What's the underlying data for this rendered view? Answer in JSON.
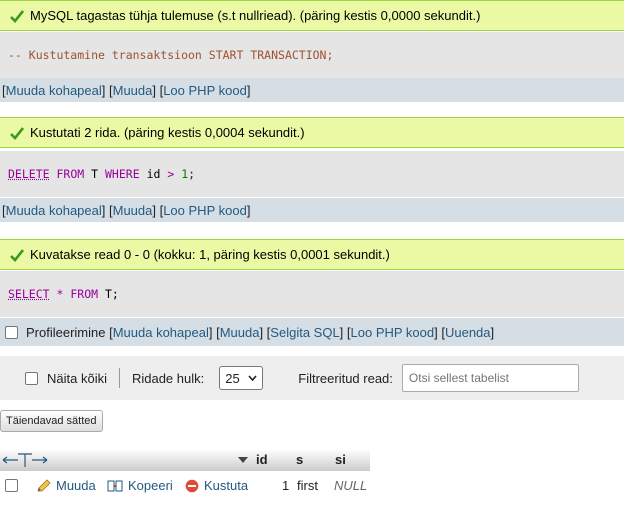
{
  "block1": {
    "message": "MySQL tagastas tühja tulemuse (s.t nullriead). (päring kestis 0,0000 sekundit.)",
    "sql_comment": "-- Kustutamine transaktsioon START TRANSACTION;",
    "links": {
      "inline": "Muuda kohapeal",
      "edit": "Muuda",
      "php": "Loo PHP kood"
    }
  },
  "block2": {
    "message": "Kustutati 2 rida. (päring kestis 0,0004 sekundit.)",
    "sql": {
      "kw1": "DELETE",
      "kw2": "FROM",
      "table": "T",
      "kw3": "WHERE",
      "col": "id",
      "op": ">",
      "num": "1",
      "end": ";"
    },
    "links": {
      "inline": "Muuda kohapeal",
      "edit": "Muuda",
      "php": "Loo PHP kood"
    }
  },
  "block3": {
    "message": "Kuvatakse read 0 - 0 (kokku: 1, päring kestis 0,0001 sekundit.)",
    "sql": {
      "kw1": "SELECT",
      "star": "*",
      "kw2": "FROM",
      "table": "T;"
    },
    "profiling_label": "Profileerimine",
    "links": {
      "inline": "Muuda kohapeal",
      "edit": "Muuda",
      "explain": "Selgita SQL",
      "php": "Loo PHP kood",
      "refresh": "Uuenda"
    }
  },
  "nav": {
    "show_all": "Näita kõiki",
    "rows_label": "Ridade hulk:",
    "rows_value": "25",
    "filter_label": "Filtreeritud read:",
    "filter_placeholder": "Otsi sellest tabelist"
  },
  "extra_options": "Täiendavad sätted",
  "table": {
    "columns": [
      "id",
      "s",
      "si"
    ],
    "rows": [
      {
        "edit": "Muuda",
        "copy": "Kopeeri",
        "delete": "Kustuta",
        "id": "1",
        "s": "first",
        "si": "NULL"
      }
    ]
  },
  "colors": {
    "success_bg": "#ebf8a4",
    "link": "#235a81",
    "keyword": "#990099"
  }
}
